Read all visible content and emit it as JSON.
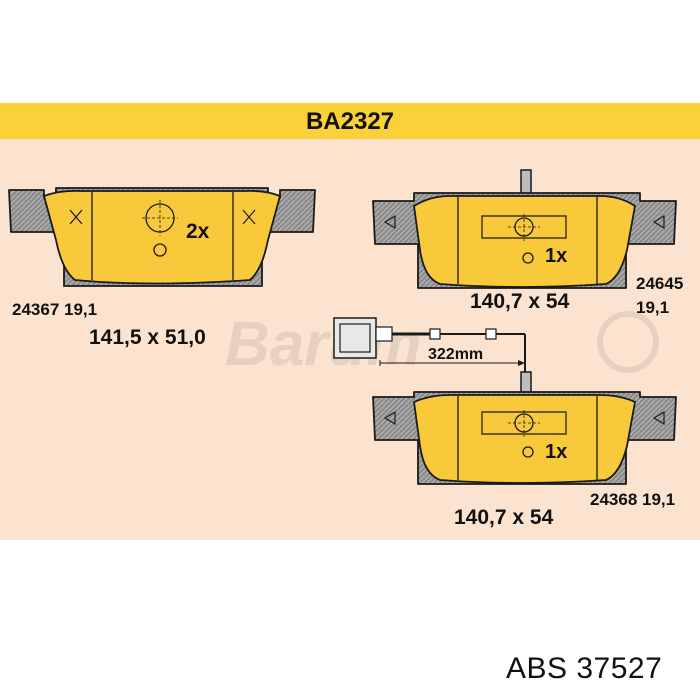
{
  "header": {
    "title": "BA2327"
  },
  "colors": {
    "header_band": "#fbd13a",
    "panel_bg": "#fbe3cf",
    "pad_fill": "#f9c93c",
    "backing_plate": "#8e8e8e",
    "outline": "#1a1a1a"
  },
  "watermark": {
    "text": "Barum B"
  },
  "front_pad": {
    "quantity": "2x",
    "part_no": "24367 19,1",
    "dimensions": "141,5 x 51,0"
  },
  "rear_pad_top": {
    "quantity": "1x",
    "part_no_line1": "24645",
    "part_no_line2": "19,1",
    "dimensions": "140,7 x 54"
  },
  "sensor": {
    "length": "322mm"
  },
  "rear_pad_bottom": {
    "quantity": "1x",
    "part_no": "24368 19,1",
    "dimensions": "140,7 x 54"
  },
  "footer": {
    "brand": "ABS",
    "number": "37527"
  }
}
